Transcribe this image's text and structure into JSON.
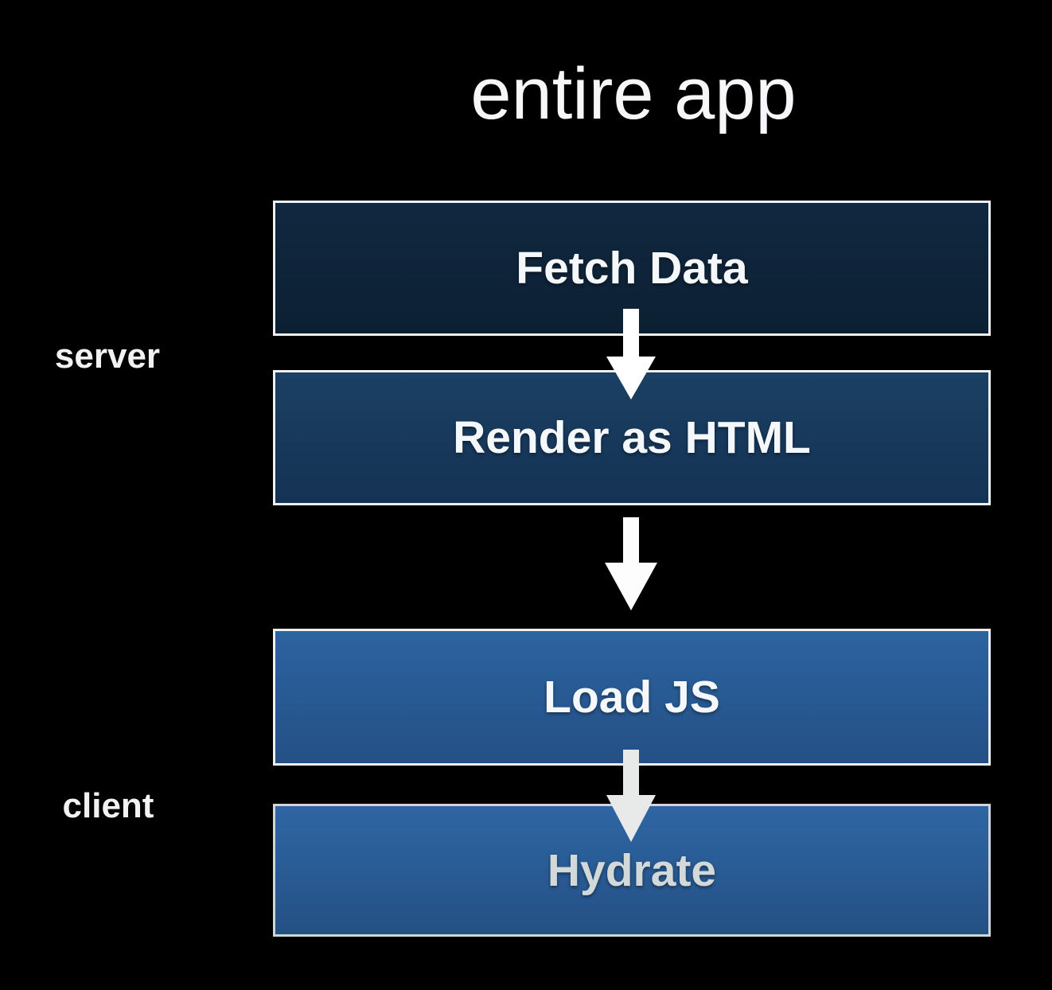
{
  "title": "entire app",
  "zones": {
    "server": {
      "label": "server"
    },
    "client": {
      "label": "client"
    }
  },
  "steps": [
    {
      "label": "Fetch Data",
      "zone": "server",
      "fill": "#0e2337"
    },
    {
      "label": "Render as HTML",
      "zone": "server",
      "fill": "#17395c"
    },
    {
      "label": "Load JS",
      "zone": "client",
      "fill": "#285d97"
    },
    {
      "label": "Hydrate",
      "zone": "client",
      "fill": "#2a5f9a"
    }
  ],
  "arrows": [
    {
      "from": "Fetch Data",
      "to": "Render as HTML",
      "direction": "down",
      "color": "#ffffff"
    },
    {
      "from": "Render as HTML",
      "to": "Load JS",
      "direction": "down",
      "color": "#fdfdfd"
    },
    {
      "from": "Load JS",
      "to": "Hydrate",
      "direction": "down",
      "color": "#e7eae9"
    }
  ],
  "colors": {
    "background": "#000000",
    "box_border": "#edf1f2",
    "hydrate_box_border": "#cfd6d7",
    "title_text": "#f7f7f9",
    "zone_label_text": "#f2f2f2",
    "step_text": "#f4f8fa",
    "hydrate_step_text": "#d3d9d9"
  }
}
